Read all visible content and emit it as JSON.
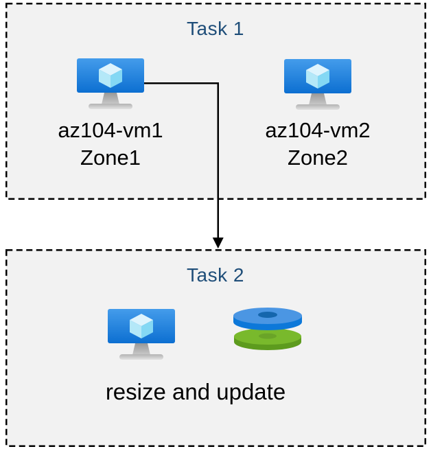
{
  "task1": {
    "title": "Task 1",
    "vms": [
      {
        "name": "az104-vm1",
        "zone": "Zone1"
      },
      {
        "name": "az104-vm2",
        "zone": "Zone2"
      }
    ]
  },
  "task2": {
    "title": "Task 2",
    "caption": "resize and update"
  },
  "icons": {
    "vm": "azure-virtual-machine-icon",
    "disks": "azure-disks-icon",
    "arrow": "down-arrow-connector"
  },
  "colors": {
    "box_background": "#f2f2f2",
    "box_border": "#000000",
    "title_text": "#1f4e79",
    "label_text": "#000000",
    "connector": "#000000",
    "vm_screen_top": "#449ceb",
    "vm_screen_bottom": "#0c6fd1",
    "cube_top": "#def4fd",
    "cube_left": "#b4e8f8",
    "cube_right": "#84d8f4",
    "disk_blue_top": "#4b96e3",
    "disk_blue_side": "#0d78d9",
    "disk_blue_hole": "#1566ad",
    "disk_green_top": "#79b92c",
    "disk_green_side": "#5d9b1e",
    "disk_green_hole": "#6aa428"
  }
}
